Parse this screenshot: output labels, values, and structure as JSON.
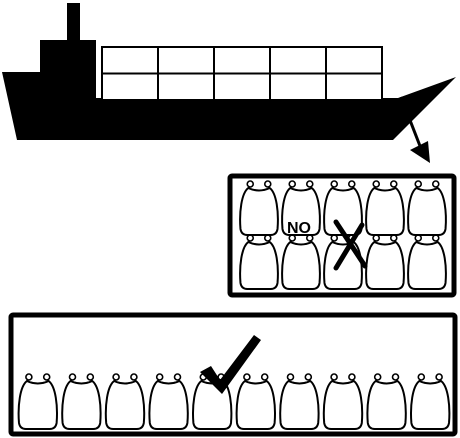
{
  "colors": {
    "ink": "#000000",
    "paper": "#ffffff"
  },
  "ship": {
    "container_rows": 2,
    "container_cols": 5
  },
  "top_box": {
    "label": "NO",
    "rows": 2,
    "bags_per_row": 5,
    "verdict_icon": "cross-icon"
  },
  "bottom_box": {
    "rows": 1,
    "bags_per_row": 10,
    "verdict_icon": "checkmark-icon"
  },
  "icons": [
    "ship-icon",
    "down-arrow-icon",
    "bulk-bag-icon",
    "cross-icon",
    "checkmark-icon"
  ]
}
